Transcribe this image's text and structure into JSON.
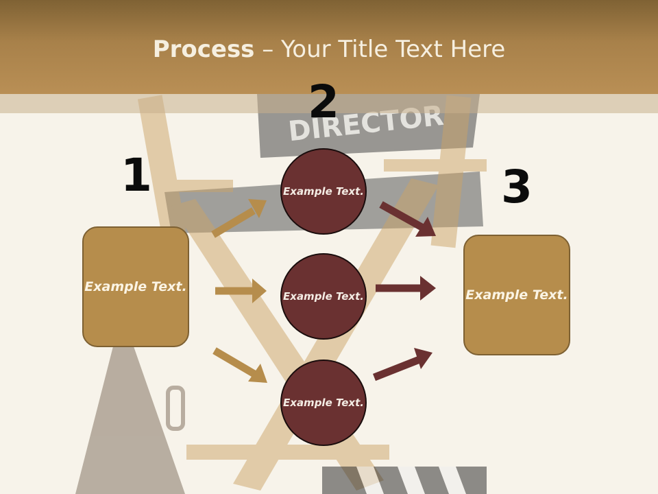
{
  "slide": {
    "title_bold": "Process",
    "title_rest": " – Your Title Text Here"
  },
  "steps": [
    {
      "number": "1",
      "text": "Example Text."
    },
    {
      "number": "2",
      "items": [
        "Example Text.",
        "Example Text.",
        "Example Text."
      ]
    },
    {
      "number": "3",
      "text": "Example Text."
    }
  ],
  "colors": {
    "title_band": "#a8814a",
    "box_fill": "#b68d4c",
    "circle_fill": "#6a3131",
    "arrow_in": "#b68d4c",
    "arrow_out": "#6a3131"
  },
  "background": {
    "image": "director-chair-photo",
    "brand_print": "DIRECTOR"
  }
}
